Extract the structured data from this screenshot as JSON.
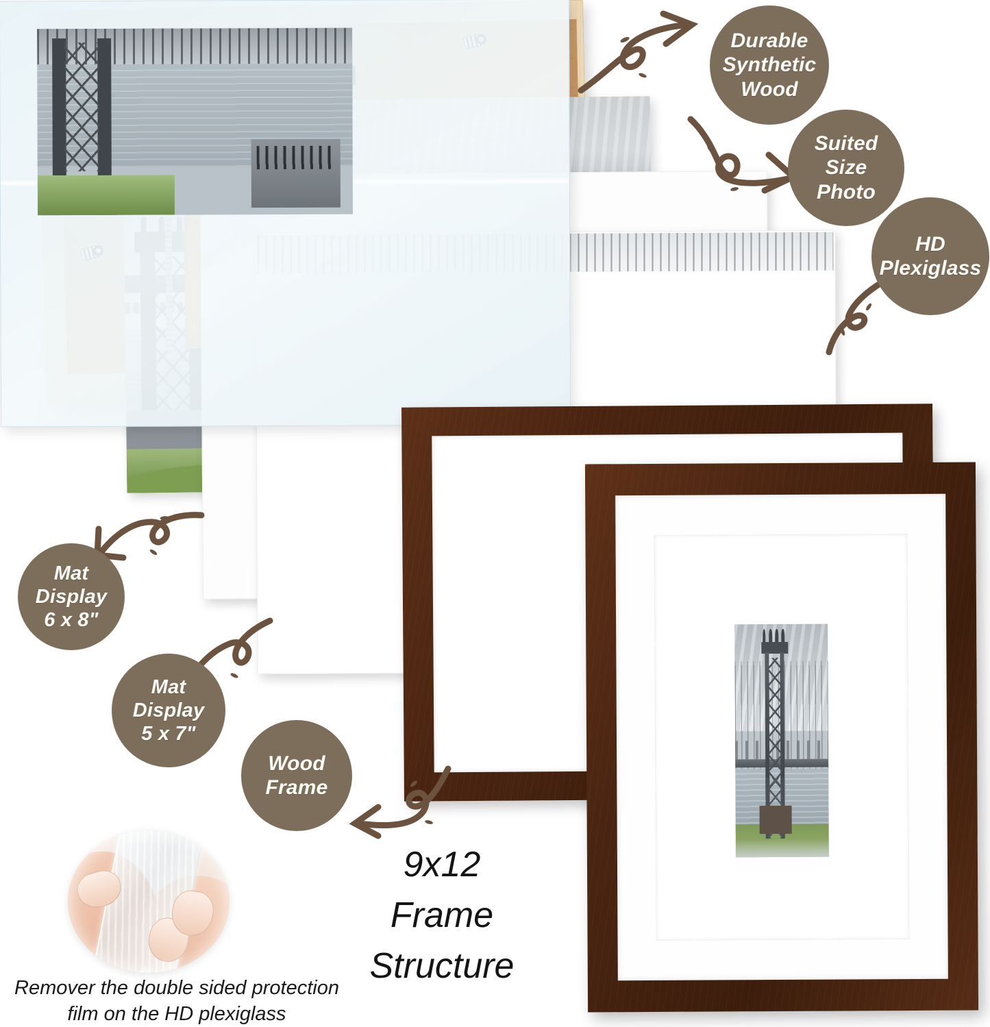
{
  "product": {
    "title_lines": [
      "9x12",
      "Frame",
      "Structure"
    ],
    "caption": "Remover the double sided protection film on the HD plexiglass"
  },
  "badges": [
    {
      "id": "durable-synthetic-wood",
      "lines": [
        "Durable",
        "Synthetic",
        "Wood"
      ]
    },
    {
      "id": "suited-size-photo",
      "lines": [
        "Suited",
        "Size Photo"
      ]
    },
    {
      "id": "hd-plexiglass",
      "lines": [
        "HD",
        "Plexiglass"
      ]
    },
    {
      "id": "mat-display-6x8",
      "lines": [
        "Mat",
        "Display",
        "6 x 8\""
      ]
    },
    {
      "id": "mat-display-5x7",
      "lines": [
        "Mat",
        "Display",
        "5 x 7\""
      ]
    },
    {
      "id": "wood-frame",
      "lines": [
        "Wood",
        "Frame"
      ]
    }
  ],
  "layers": [
    {
      "id": "backing-board",
      "label": "Durable Synthetic Wood"
    },
    {
      "id": "photo-print",
      "label": "Suited Size Photo"
    },
    {
      "id": "mat-board-6x8",
      "label": "Mat Display 6 x 8\""
    },
    {
      "id": "mat-board-5x7",
      "label": "Mat Display 5 x 7\""
    },
    {
      "id": "hd-plexiglass",
      "label": "HD Plexiglass"
    },
    {
      "id": "wood-frame",
      "label": "Wood Frame"
    },
    {
      "id": "assembled-frame",
      "label": "9x12 Frame Structure"
    }
  ],
  "colors": {
    "badge_fill": "#7d6e5c",
    "badge_text": "#fdfbf7",
    "arrow": "#6b5340",
    "frame_wood_dark": "#4a2411",
    "backing_wood_light": "#ecd5b0",
    "backing_kraft": "#cf9f6c",
    "mat_white": "#ffffff",
    "plexiglass_tint": "#eef5f8",
    "background": "#ffffff",
    "title_text": "#141414"
  },
  "icons": {
    "arrow": "curly-arrow-icon",
    "sawtooth": "sawtooth-hanger-icon",
    "clip": "turn-clip-icon"
  }
}
